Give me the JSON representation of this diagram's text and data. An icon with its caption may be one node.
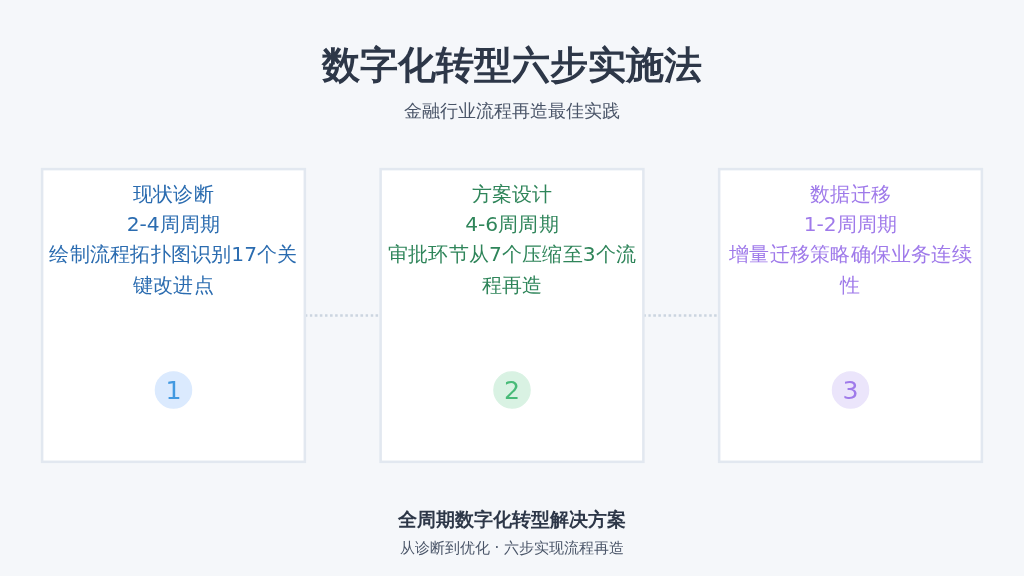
{
  "diagram": {
    "title": "数字化转型六步实施法",
    "nodes": [
      {
        "text": [
          "现状诊断",
          "2-4周周期",
          "绘制流程拓扑图识别17个关键改进点"
        ]
      },
      {
        "text": [
          "1"
        ],
        "in": 0
      },
      {
        "text": [
          "方案设计",
          "4-6周周期",
          "审批环节从7个压缩至3个流程再造"
        ]
      },
      {
        "text": [
          "2"
        ],
        "in": 2
      },
      {
        "text": [
          "数据迁移",
          "1-2周周期",
          "增量迁移策略确保业务连续性"
        ]
      },
      {
        "text": [
          "3"
        ],
        "in": 4
      }
    ],
    "edges": [
      {
        "from": 0,
        "to": 2,
        "arrow": "none",
        "style": "dashed"
      },
      {
        "from": 2,
        "to": 4,
        "arrow": "none",
        "style": "dashed"
      }
    ],
    "labels": [
      "金融行业流程再造最佳实践",
      "全周期数字化转型解决方案",
      "从诊断到优化 · 六步实现流程再造"
    ]
  }
}
